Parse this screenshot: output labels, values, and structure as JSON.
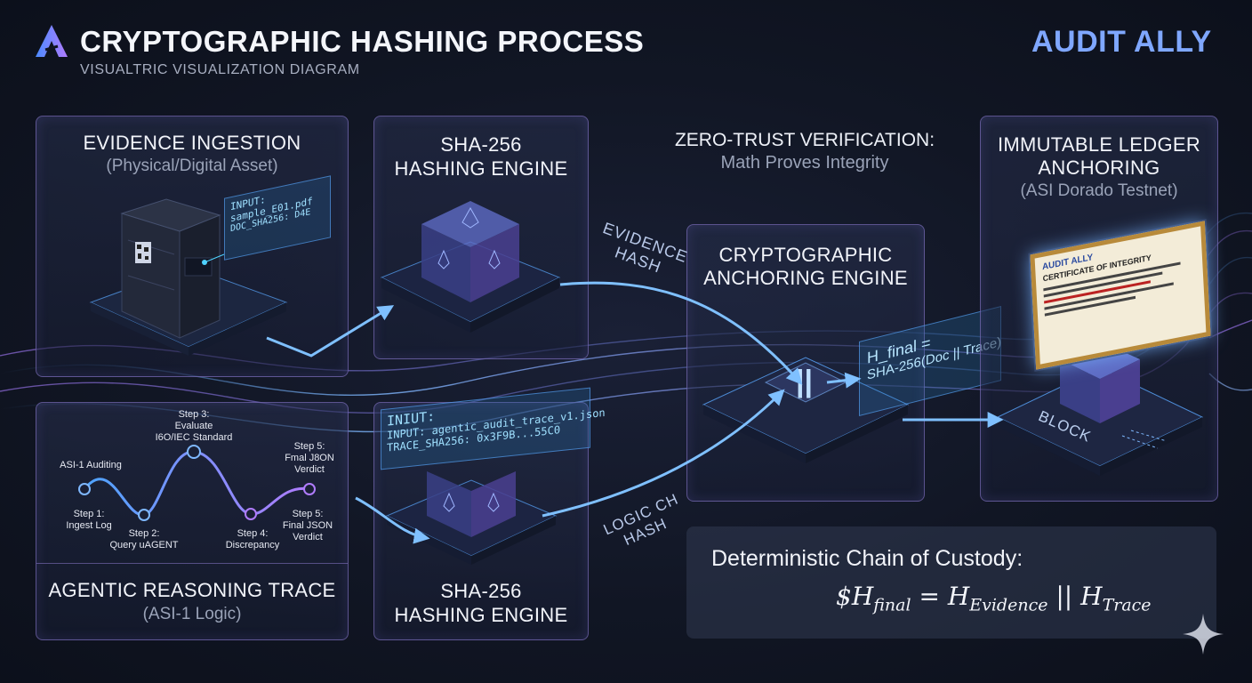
{
  "header": {
    "title": "CRYPTOGRAPHIC HASHING PROCESS",
    "subtitle": "VISUALTRIC VISUALIZATION DIAGRAM",
    "brand": "AUDIT ALLY"
  },
  "panels": {
    "evidence": {
      "title": "EVIDENCE INGESTION",
      "subtitle": "(Physical/Digital Asset)",
      "label_lines": [
        "INPUT:",
        "sample_E01.pdf",
        "DOC_SHA256: D4E"
      ]
    },
    "hash_top": {
      "title_line1": "SHA-256",
      "title_line2": "HASHING ENGINE"
    },
    "trace": {
      "title": "AGENTIC REASONING TRACE",
      "subtitle": "(ASI-1 Logic)"
    },
    "hash_bottom": {
      "title_line1": "SHA-256",
      "title_line2": "HASHING ENGINE",
      "input_lines": [
        "INIUT:",
        "INPUT: agentic_audit_trace_v1.json",
        "TRACE_SHA256: 0x3F9B...55C0"
      ]
    },
    "verification": {
      "title": "ZERO-TRUST VERIFICATION:",
      "subtitle": "Math Proves Integrity"
    },
    "anchoring": {
      "title_line1": "CRYPTOGRAPHIC",
      "title_line2": "ANCHORING ENGINE",
      "operator": "||",
      "formula_line1": "H_final =",
      "formula_line2": "SHA-256(Doc || Trace)"
    },
    "ledger": {
      "title_line1": "IMMUTABLE LEDGER",
      "title_line2": "ANCHORING",
      "subtitle": "(ASI Dorado Testnet)",
      "cert_brand": "AUDIT ALLY",
      "cert_title": "CERTIFICATE OF INTEGRITY",
      "block_label": "BLOCK"
    }
  },
  "flows": {
    "evidence_hash": [
      "EVIDENCE",
      "HASH"
    ],
    "logic_hash": [
      "LOGIC CH",
      "HASH"
    ]
  },
  "trace_steps": [
    {
      "id": "asi1",
      "lines": [
        "ASI-1 Auditing"
      ]
    },
    {
      "id": "step1",
      "lines": [
        "Step 1:",
        "Ingest Log"
      ]
    },
    {
      "id": "step2",
      "lines": [
        "Step 2:",
        "Query uAGENT"
      ]
    },
    {
      "id": "step3",
      "lines": [
        "Step 3:",
        "Evaluate",
        "I6O/IEC Standard"
      ]
    },
    {
      "id": "step4",
      "lines": [
        "Step 4:",
        "Discrepancy"
      ]
    },
    {
      "id": "step5a",
      "lines": [
        "Step 5:",
        "Fmal J8ON",
        "Verdict"
      ]
    },
    {
      "id": "step5b",
      "lines": [
        "Step 5:",
        "Final JSON",
        "Verdict"
      ]
    }
  ],
  "custody": {
    "title": "Deterministic Chain of Custody:",
    "formula_prefix": "$H",
    "sub1": "final",
    "eq": "= H",
    "sub2": "Evidence",
    "sep": "|| H",
    "sub3": "Trace"
  },
  "colors": {
    "accent": "#5aa8ff",
    "purple": "#a77bff",
    "panel_border": "#8f7ad8",
    "text": "#e8ecf6",
    "muted": "#9aa3b8"
  },
  "icons": [
    "logo-a-icon",
    "server-icon",
    "qr-code-icon",
    "ethereum-icon",
    "cube-icon",
    "certificate-icon",
    "sparkle-icon"
  ]
}
